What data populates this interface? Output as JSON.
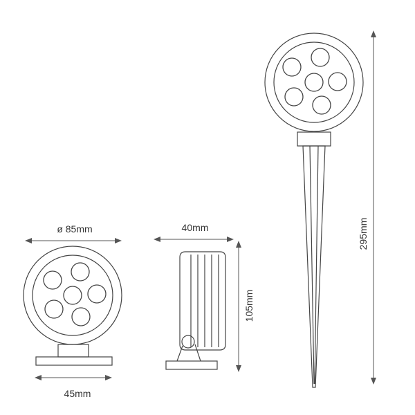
{
  "figure": {
    "labels": {
      "diameter": "ø 85mm",
      "base_width": "45mm",
      "side_depth": "40mm",
      "side_height": "105mm",
      "spike_height": "295mm"
    },
    "colors": {
      "line": "#444444",
      "dimension": "#555555",
      "text": "#333333",
      "background": "#ffffff"
    }
  }
}
